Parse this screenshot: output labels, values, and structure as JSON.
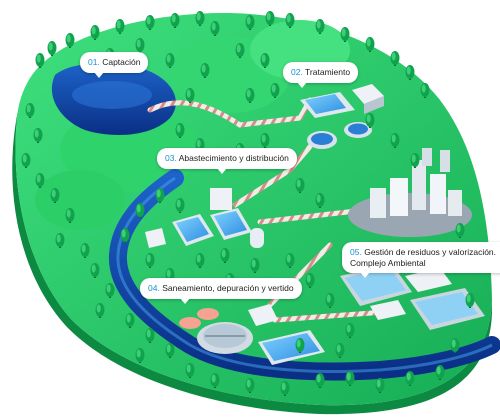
{
  "stages": [
    {
      "number": "01.",
      "label": "Captación"
    },
    {
      "number": "02.",
      "label": "Tratamiento"
    },
    {
      "number": "03.",
      "label": "Abastecimiento y distribución"
    },
    {
      "number": "04.",
      "label": "Saneamiento, depuración y vertido"
    },
    {
      "number": "05.",
      "label": "Gestión de residuos y valorización. Complejo Ambiental"
    }
  ],
  "colors": {
    "terrain_dark": "#0f9a4c",
    "terrain": "#22c463",
    "terrain_light": "#47e07f",
    "water": "#0d3fa6",
    "water_light": "#4aa3f0",
    "number_accent": "#1a8fd6",
    "pipe": "#f1ece6",
    "pipe_stripe": "#d98a8a"
  },
  "icons": [
    "tree-icon",
    "building-icon",
    "tank-icon",
    "pipe-icon"
  ]
}
